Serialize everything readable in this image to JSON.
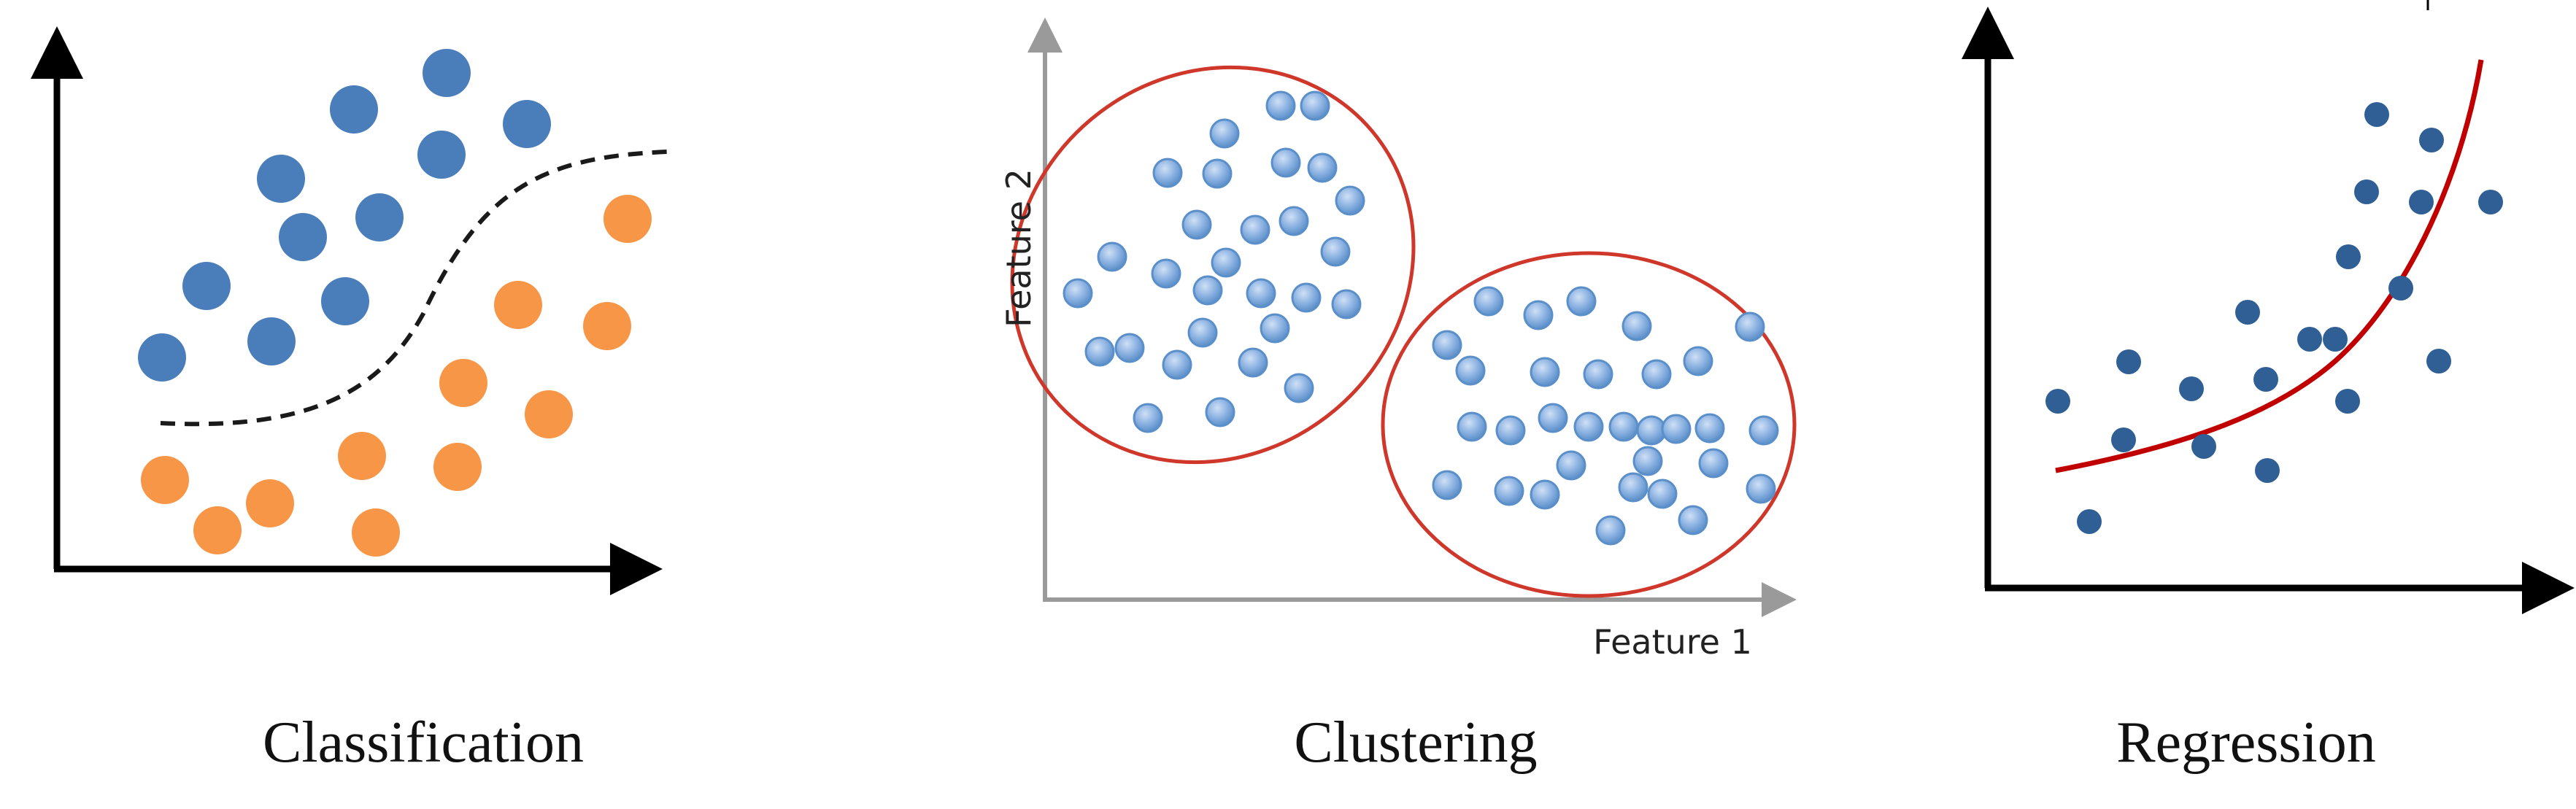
{
  "panels": {
    "classification": {
      "caption": "Classification"
    },
    "clustering": {
      "caption": "Clustering",
      "x_label": "Feature 1",
      "y_label": "Feature 2"
    },
    "regression": {
      "caption": "Regression"
    }
  },
  "colors": {
    "class_a": "#4a7ebb",
    "class_b": "#f79646",
    "cluster_point": "#8db3e2",
    "cluster_point_edge": "#5b8fc9",
    "cluster_ring": "#d0372b",
    "regression_point": "#2f5f94",
    "regression_curve": "#c00000",
    "axis_dark": "#000000",
    "axis_gray": "#9a9a9a"
  }
}
